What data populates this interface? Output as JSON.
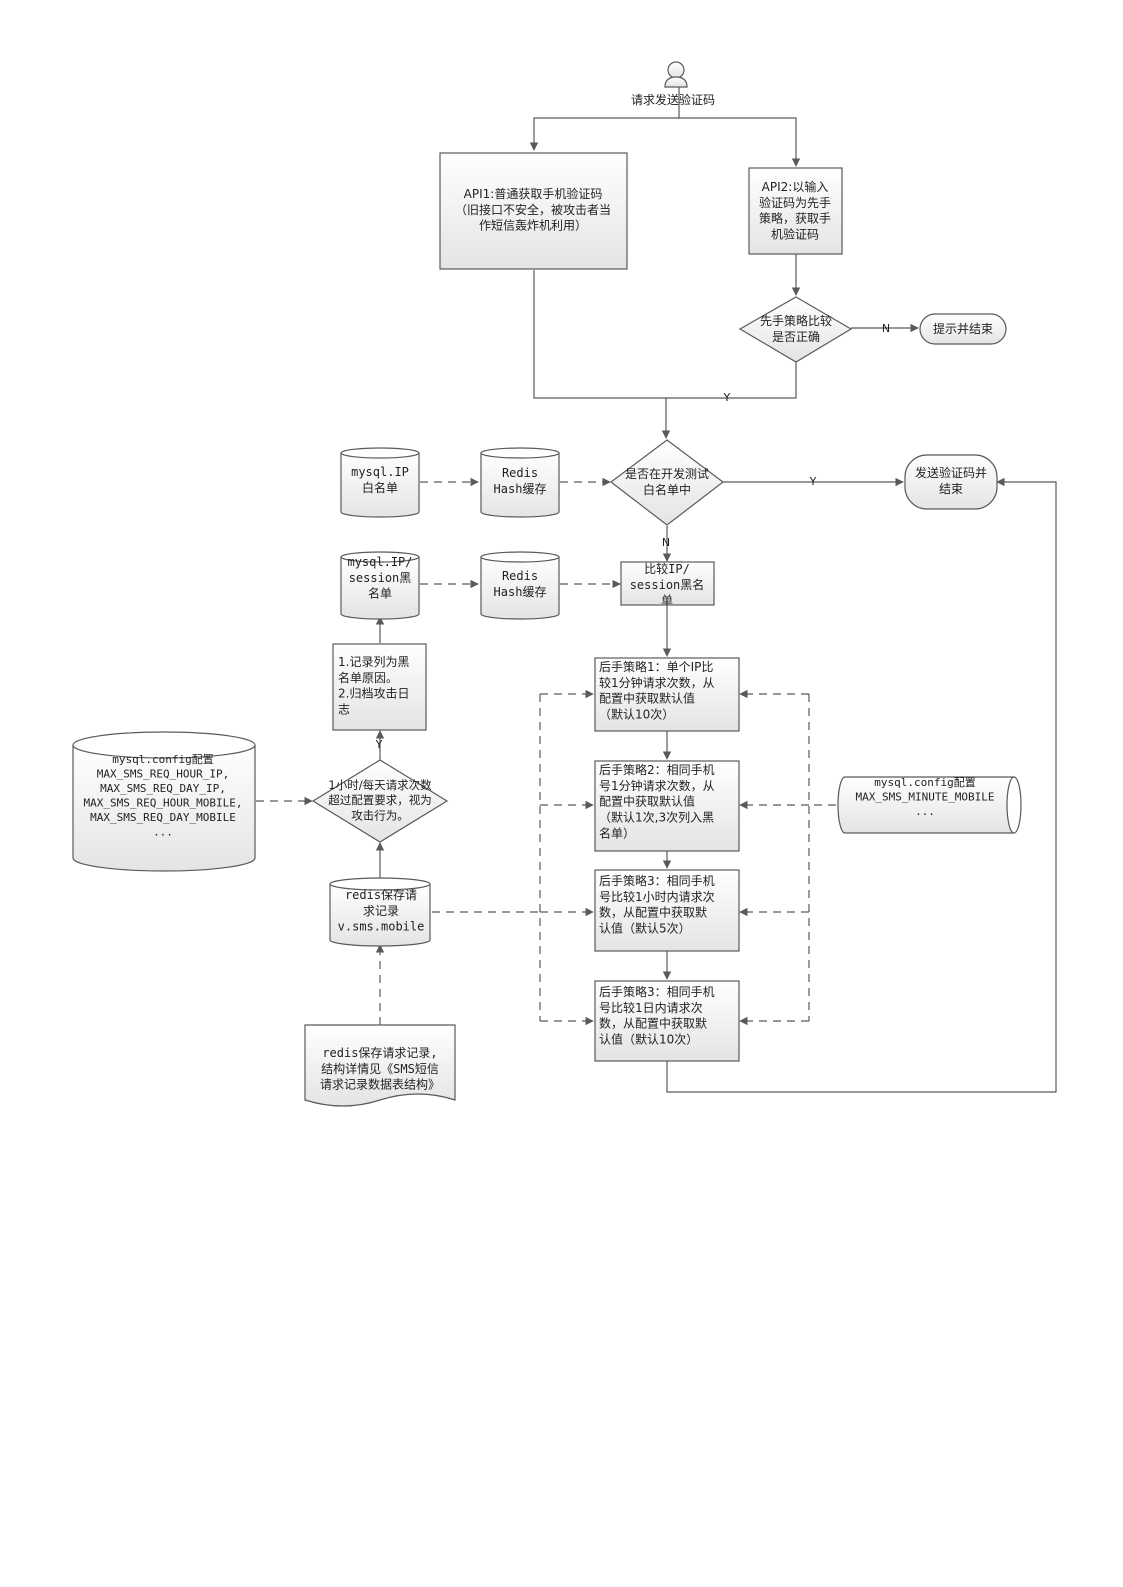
{
  "diagram": {
    "start_label": "请求发送验证码",
    "api1": [
      "API1:普通获取手机验证码",
      "（旧接口不安全，被攻击者当",
      "作短信轰炸机利用）"
    ],
    "api2": [
      "API2:以输入",
      "验证码为先手",
      "策略，获取手",
      "机验证码"
    ],
    "decision_pre": [
      "先手策略比较",
      "是否正确"
    ],
    "end_hint": "提示并结束",
    "decision_whitelist": [
      "是否在开发测试",
      "白名单中"
    ],
    "end_send": [
      "发送验证码并",
      "结束"
    ],
    "db_ip_whitelist": [
      "mysql.IP",
      "白名单"
    ],
    "cache_1": [
      "Redis",
      "Hash缓存"
    ],
    "db_blacklist": [
      "mysql.IP/",
      "session黑",
      "名单"
    ],
    "cache_2": [
      "Redis",
      "Hash缓存"
    ],
    "compare_blacklist": [
      "比较IP/",
      "session黑名",
      "单"
    ],
    "record_box": [
      "1.记录列为黑",
      "名单原因。",
      "2.归档攻击日",
      "志"
    ],
    "decision_attack": [
      "1小时/每天请求次数",
      "超过配置要求，视为",
      "攻击行为。"
    ],
    "db_config_left": [
      "mysql.config配置",
      "MAX_SMS_REQ_HOUR_IP,",
      "MAX_SMS_REQ_DAY_IP,",
      "MAX_SMS_REQ_HOUR_MOBILE,",
      "MAX_SMS_REQ_DAY_MOBILE",
      "..."
    ],
    "redis_record": [
      "redis保存请",
      "求记录",
      "v.sms.mobile"
    ],
    "doc_note": [
      "redis保存请求记录,",
      "结构详情见《SMS短信",
      "请求记录数据表结构》"
    ],
    "strategy1": [
      "后手策略1：单个IP比",
      "较1分钟请求次数，从",
      "配置中获取默认值",
      "（默认10次）"
    ],
    "strategy2": [
      "后手策略2：相同手机",
      "号1分钟请求次数，从",
      "配置中获取默认值",
      "（默认1次,3次列入黑",
      "名单）"
    ],
    "strategy3": [
      "后手策略3：相同手机",
      "号比较1小时内请求次",
      "数，从配置中获取默",
      "认值（默认5次）"
    ],
    "strategy4": [
      "后手策略3：相同手机",
      "号比较1日内请求次",
      "数，从配置中获取默",
      "认值（默认10次）"
    ],
    "db_config_right": [
      "mysql.config配置",
      "MAX_SMS_MINUTE_MOBILE",
      "..."
    ],
    "labels": {
      "y_merge": "Y",
      "n_pre": "N",
      "y_whitelist": "Y",
      "n_whitelist": "N",
      "y_attack": "Y"
    }
  },
  "colors": {
    "line": "#5a5a5a",
    "box_fill_top": "#ffffff",
    "box_fill_bottom": "#e6e6e6",
    "text": "#222222"
  }
}
